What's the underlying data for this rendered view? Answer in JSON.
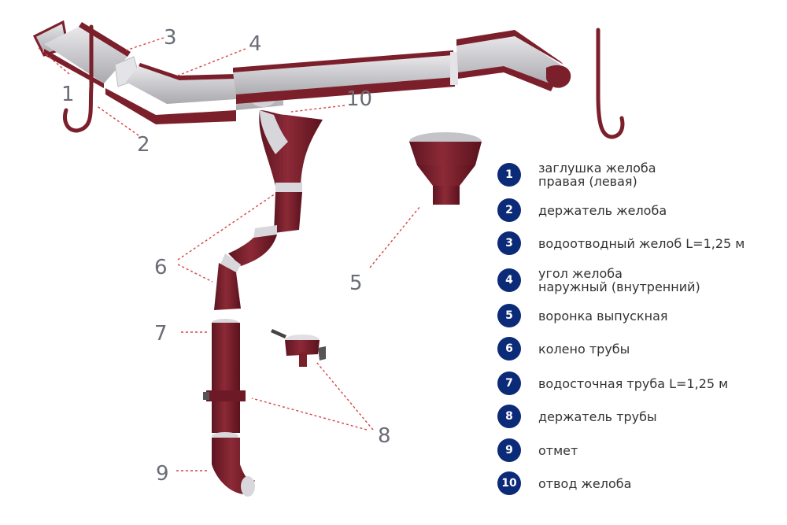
{
  "callouts": {
    "c1": "1",
    "c2": "2",
    "c3": "3",
    "c4": "4",
    "c5": "5",
    "c6": "6",
    "c7": "7",
    "c8": "8",
    "c9": "9",
    "c10": "10"
  },
  "legend": [
    {
      "number": "1",
      "text": "заглушка желоба\nправая (левая)"
    },
    {
      "number": "2",
      "text": "держатель желоба"
    },
    {
      "number": "3",
      "text": "водоотводный желоб L=1,25 м"
    },
    {
      "number": "4",
      "text": "угол желоба\nнаружный (внутренний)"
    },
    {
      "number": "5",
      "text": "воронка выпускная"
    },
    {
      "number": "6",
      "text": "колено трубы"
    },
    {
      "number": "7",
      "text": "водосточная труба L=1,25 м"
    },
    {
      "number": "8",
      "text": "держатель трубы"
    },
    {
      "number": "9",
      "text": "отмет"
    },
    {
      "number": "10",
      "text": "отвод желоба"
    }
  ],
  "colors": {
    "product": "#7b1f2b",
    "inner_metal": "#c8c8cc",
    "badge": "#0b2a78",
    "leader": "#d64545",
    "callout_text": "#6a6d76"
  }
}
